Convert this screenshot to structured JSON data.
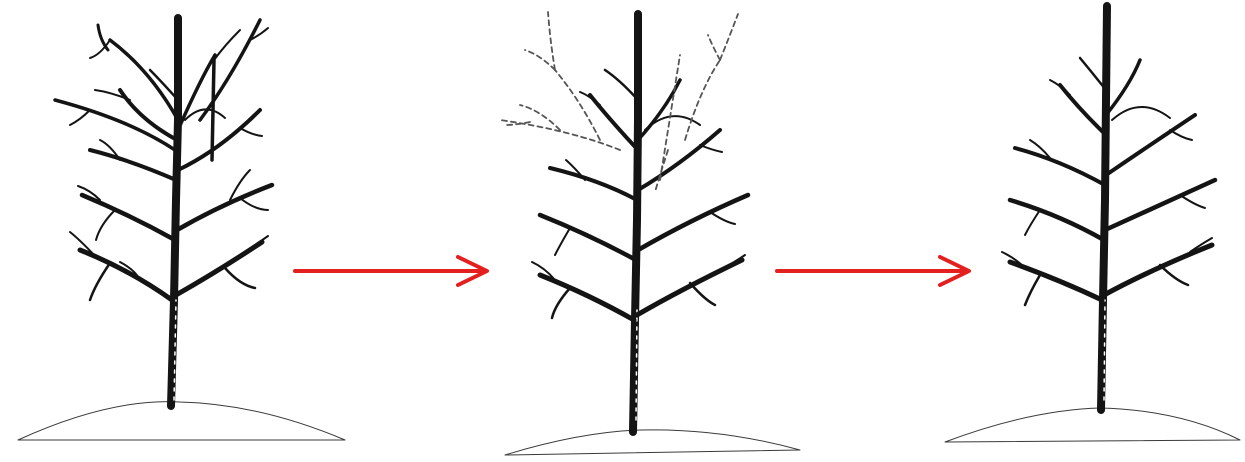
{
  "diagram": {
    "steps": [
      {
        "id": "unpruned-tree",
        "icon": "tree-icon"
      },
      {
        "id": "pruning-cuts-marked",
        "icon": "tree-icon"
      },
      {
        "id": "pruned-tree",
        "icon": "tree-icon"
      }
    ],
    "connectors": [
      {
        "from": "unpruned-tree",
        "to": "pruning-cuts-marked",
        "icon": "arrow-right-icon"
      },
      {
        "from": "pruning-cuts-marked",
        "to": "pruned-tree",
        "icon": "arrow-right-icon"
      }
    ],
    "colors": {
      "ink": "#141414",
      "arrow": "#e41f1f",
      "removed_branch_line": "#555555",
      "ground": "#3a3a3a",
      "background": "#ffffff"
    },
    "removed_branch_style": "dashed"
  }
}
